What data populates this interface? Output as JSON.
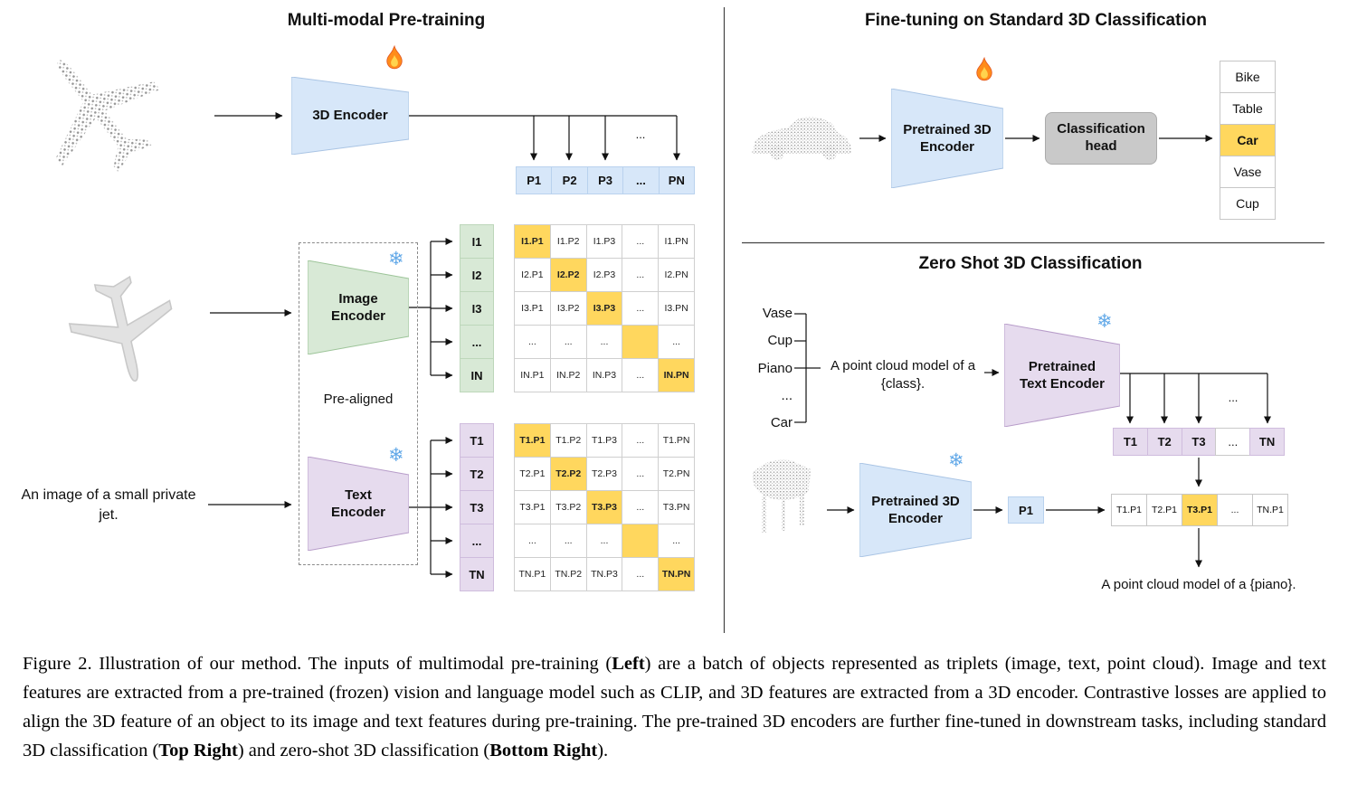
{
  "pretraining": {
    "title": "Multi-modal Pre-training",
    "encoder3d_label": "3D Encoder",
    "image_encoder_label": "Image Encoder",
    "text_encoder_label": "Text Encoder",
    "pre_aligned_label": "Pre-aligned",
    "input_text": "An image of a small private jet.",
    "ellipsis": "...",
    "p_row": [
      "P1",
      "P2",
      "P3",
      "...",
      "PN"
    ],
    "i_col": [
      "I1",
      "I2",
      "I3",
      "...",
      "IN"
    ],
    "t_col": [
      "T1",
      "T2",
      "T3",
      "...",
      "TN"
    ],
    "i_matrix": [
      [
        "I1.P1",
        "I1.P2",
        "I1.P3",
        "...",
        "I1.PN"
      ],
      [
        "I2.P1",
        "I2.P2",
        "I2.P3",
        "...",
        "I2.PN"
      ],
      [
        "I3.P1",
        "I3.P2",
        "I3.P3",
        "...",
        "I3.PN"
      ],
      [
        "...",
        "...",
        "...",
        "",
        "..."
      ],
      [
        "IN.P1",
        "IN.P2",
        "IN.P3",
        "...",
        "IN.PN"
      ]
    ],
    "t_matrix": [
      [
        "T1.P1",
        "T1.P2",
        "T1.P3",
        "...",
        "T1.PN"
      ],
      [
        "T2.P1",
        "T2.P2",
        "T2.P3",
        "...",
        "T2.PN"
      ],
      [
        "T3.P1",
        "T3.P2",
        "T3.P3",
        "...",
        "T3.PN"
      ],
      [
        "...",
        "...",
        "...",
        "",
        "..."
      ],
      [
        "TN.P1",
        "TN.P2",
        "TN.P3",
        "...",
        "TN.PN"
      ]
    ]
  },
  "finetune": {
    "title": "Fine-tuning on Standard 3D Classification",
    "encoder_label": "Pretrained 3D Encoder",
    "head_label": "Classification head",
    "classes": [
      {
        "label": "Bike",
        "highlight": false
      },
      {
        "label": "Table",
        "highlight": false
      },
      {
        "label": "Car",
        "highlight": true
      },
      {
        "label": "Vase",
        "highlight": false
      },
      {
        "label": "Cup",
        "highlight": false
      }
    ]
  },
  "zeroshot": {
    "title": "Zero Shot 3D Classification",
    "class_list": [
      "Vase",
      "Cup",
      "Piano",
      "...",
      "Car"
    ],
    "prompt": "A point cloud model of a {class}.",
    "text_encoder_label": "Pretrained Text Encoder",
    "encoder3d_label": "Pretrained 3D Encoder",
    "t_row": [
      "T1",
      "T2",
      "T3",
      "...",
      "TN"
    ],
    "p_cell": "P1",
    "ellipsis": "...",
    "result_row": [
      {
        "label": "T1.P1",
        "highlight": false
      },
      {
        "label": "T2.P1",
        "highlight": false
      },
      {
        "label": "T3.P1",
        "highlight": true
      },
      {
        "label": "...",
        "highlight": false
      },
      {
        "label": "TN.P1",
        "highlight": false
      }
    ],
    "result_prompt": "A point cloud model of a {piano}."
  },
  "icons": {
    "fire": "🔥",
    "snowflake": "❄"
  },
  "colors": {
    "encoder_blue": "#d7e7f9",
    "encoder_green": "#d8e9d6",
    "encoder_purple": "#e6dbee",
    "highlight_orange": "#ffd75e",
    "head_gray": "#c9c9c9"
  },
  "caption": {
    "segments": [
      {
        "text": "Figure 2. Illustration of our method. The inputs of multimodal pre-training (",
        "bold": false
      },
      {
        "text": "Left",
        "bold": true
      },
      {
        "text": ") are a batch of objects represented as triplets (image, text, point cloud). Image and text features are extracted from a pre-trained (frozen) vision and language model such as CLIP, and 3D features are extracted from a 3D encoder. Contrastive losses are applied to align the 3D feature of an object to its image and text features during pre-training. The pre-trained 3D encoders are further fine-tuned in downstream tasks, including standard 3D classification (",
        "bold": false
      },
      {
        "text": "Top Right",
        "bold": true
      },
      {
        "text": ") and zero-shot 3D classification (",
        "bold": false
      },
      {
        "text": "Bottom Right",
        "bold": true
      },
      {
        "text": ").",
        "bold": false
      }
    ]
  }
}
